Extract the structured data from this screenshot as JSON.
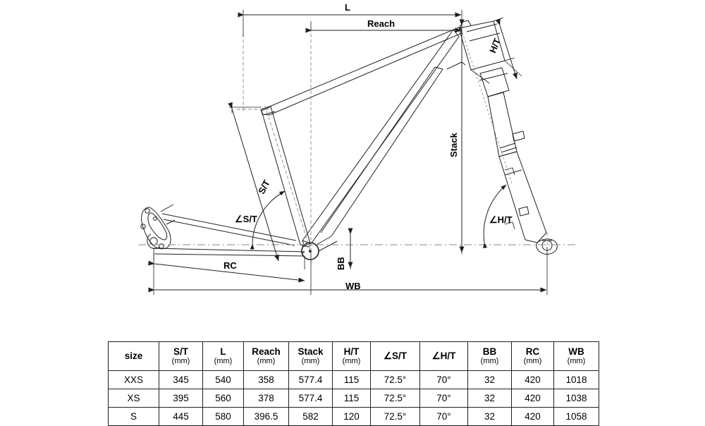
{
  "diagram": {
    "title": "bicycle frame geometry drawing",
    "dimension_labels": {
      "l": "L",
      "reach": "Reach",
      "stack": "Stack",
      "head_tube": "H/T",
      "seat_tube": "S/T",
      "seat_tube_angle": "∠S/T",
      "head_tube_angle": "∠H/T",
      "bottom_bracket": "BB",
      "rear_center": "RC",
      "wheelbase": "WB"
    },
    "colors": {
      "line": "#231f20",
      "background": "#ffffff",
      "dimension_line": "#231f20",
      "center_line": "#555555"
    }
  },
  "table": {
    "columns": [
      {
        "label": "size",
        "unit": ""
      },
      {
        "label": "S/T",
        "unit": "(mm)"
      },
      {
        "label": "L",
        "unit": "(mm)"
      },
      {
        "label": "Reach",
        "unit": "(mm)"
      },
      {
        "label": "Stack",
        "unit": "(mm)"
      },
      {
        "label": "H/T",
        "unit": "(mm)"
      },
      {
        "label": "∠S/T",
        "unit": ""
      },
      {
        "label": "∠H/T",
        "unit": ""
      },
      {
        "label": "BB",
        "unit": "(mm)"
      },
      {
        "label": "RC",
        "unit": "(mm)"
      },
      {
        "label": "WB",
        "unit": "(mm)"
      }
    ],
    "rows": [
      {
        "size": "XXS",
        "st": "345",
        "l": "540",
        "reach": "358",
        "stack": "577.4",
        "ht": "115",
        "ang_st": "72.5°",
        "ang_ht": "70°",
        "bb": "32",
        "rc": "420",
        "wb": "1018"
      },
      {
        "size": "XS",
        "st": "395",
        "l": "560",
        "reach": "378",
        "stack": "577.4",
        "ht": "115",
        "ang_st": "72.5°",
        "ang_ht": "70°",
        "bb": "32",
        "rc": "420",
        "wb": "1038"
      },
      {
        "size": "S",
        "st": "445",
        "l": "580",
        "reach": "396.5",
        "stack": "582",
        "ht": "120",
        "ang_st": "72.5°",
        "ang_ht": "70°",
        "bb": "32",
        "rc": "420",
        "wb": "1058"
      }
    ]
  }
}
